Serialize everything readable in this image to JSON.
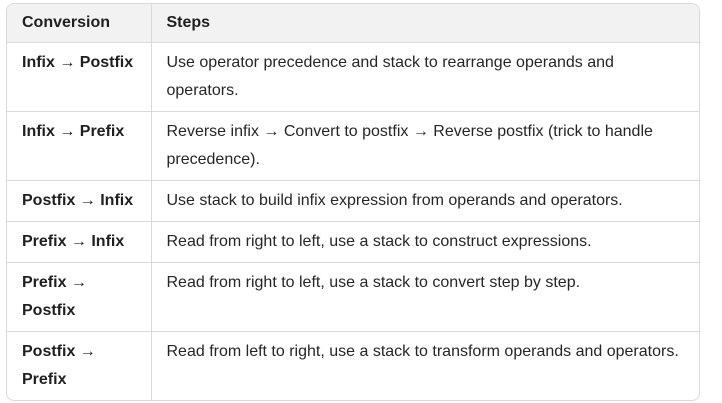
{
  "table": {
    "headers": [
      "Conversion",
      "Steps"
    ],
    "rows": [
      {
        "conversion": "Infix → Postfix",
        "steps": "Use operator precedence and stack to rearrange operands and operators."
      },
      {
        "conversion": "Infix → Prefix",
        "steps": "Reverse infix → Convert to postfix → Reverse postfix (trick to handle precedence)."
      },
      {
        "conversion": "Postfix → Infix",
        "steps": "Use stack to build infix expression from operands and operators."
      },
      {
        "conversion": "Prefix → Infix",
        "steps": "Read from right to left, use a stack to construct expressions."
      },
      {
        "conversion": "Prefix → Postfix",
        "steps": "Read from right to left, use a stack to convert step by step."
      },
      {
        "conversion": "Postfix → Prefix",
        "steps": "Read from left to right, use a stack to transform operands and operators."
      }
    ]
  },
  "colors": {
    "header_bg": "#f2f2f2",
    "border": "#d9d9d9",
    "text": "#1f1f1f"
  }
}
